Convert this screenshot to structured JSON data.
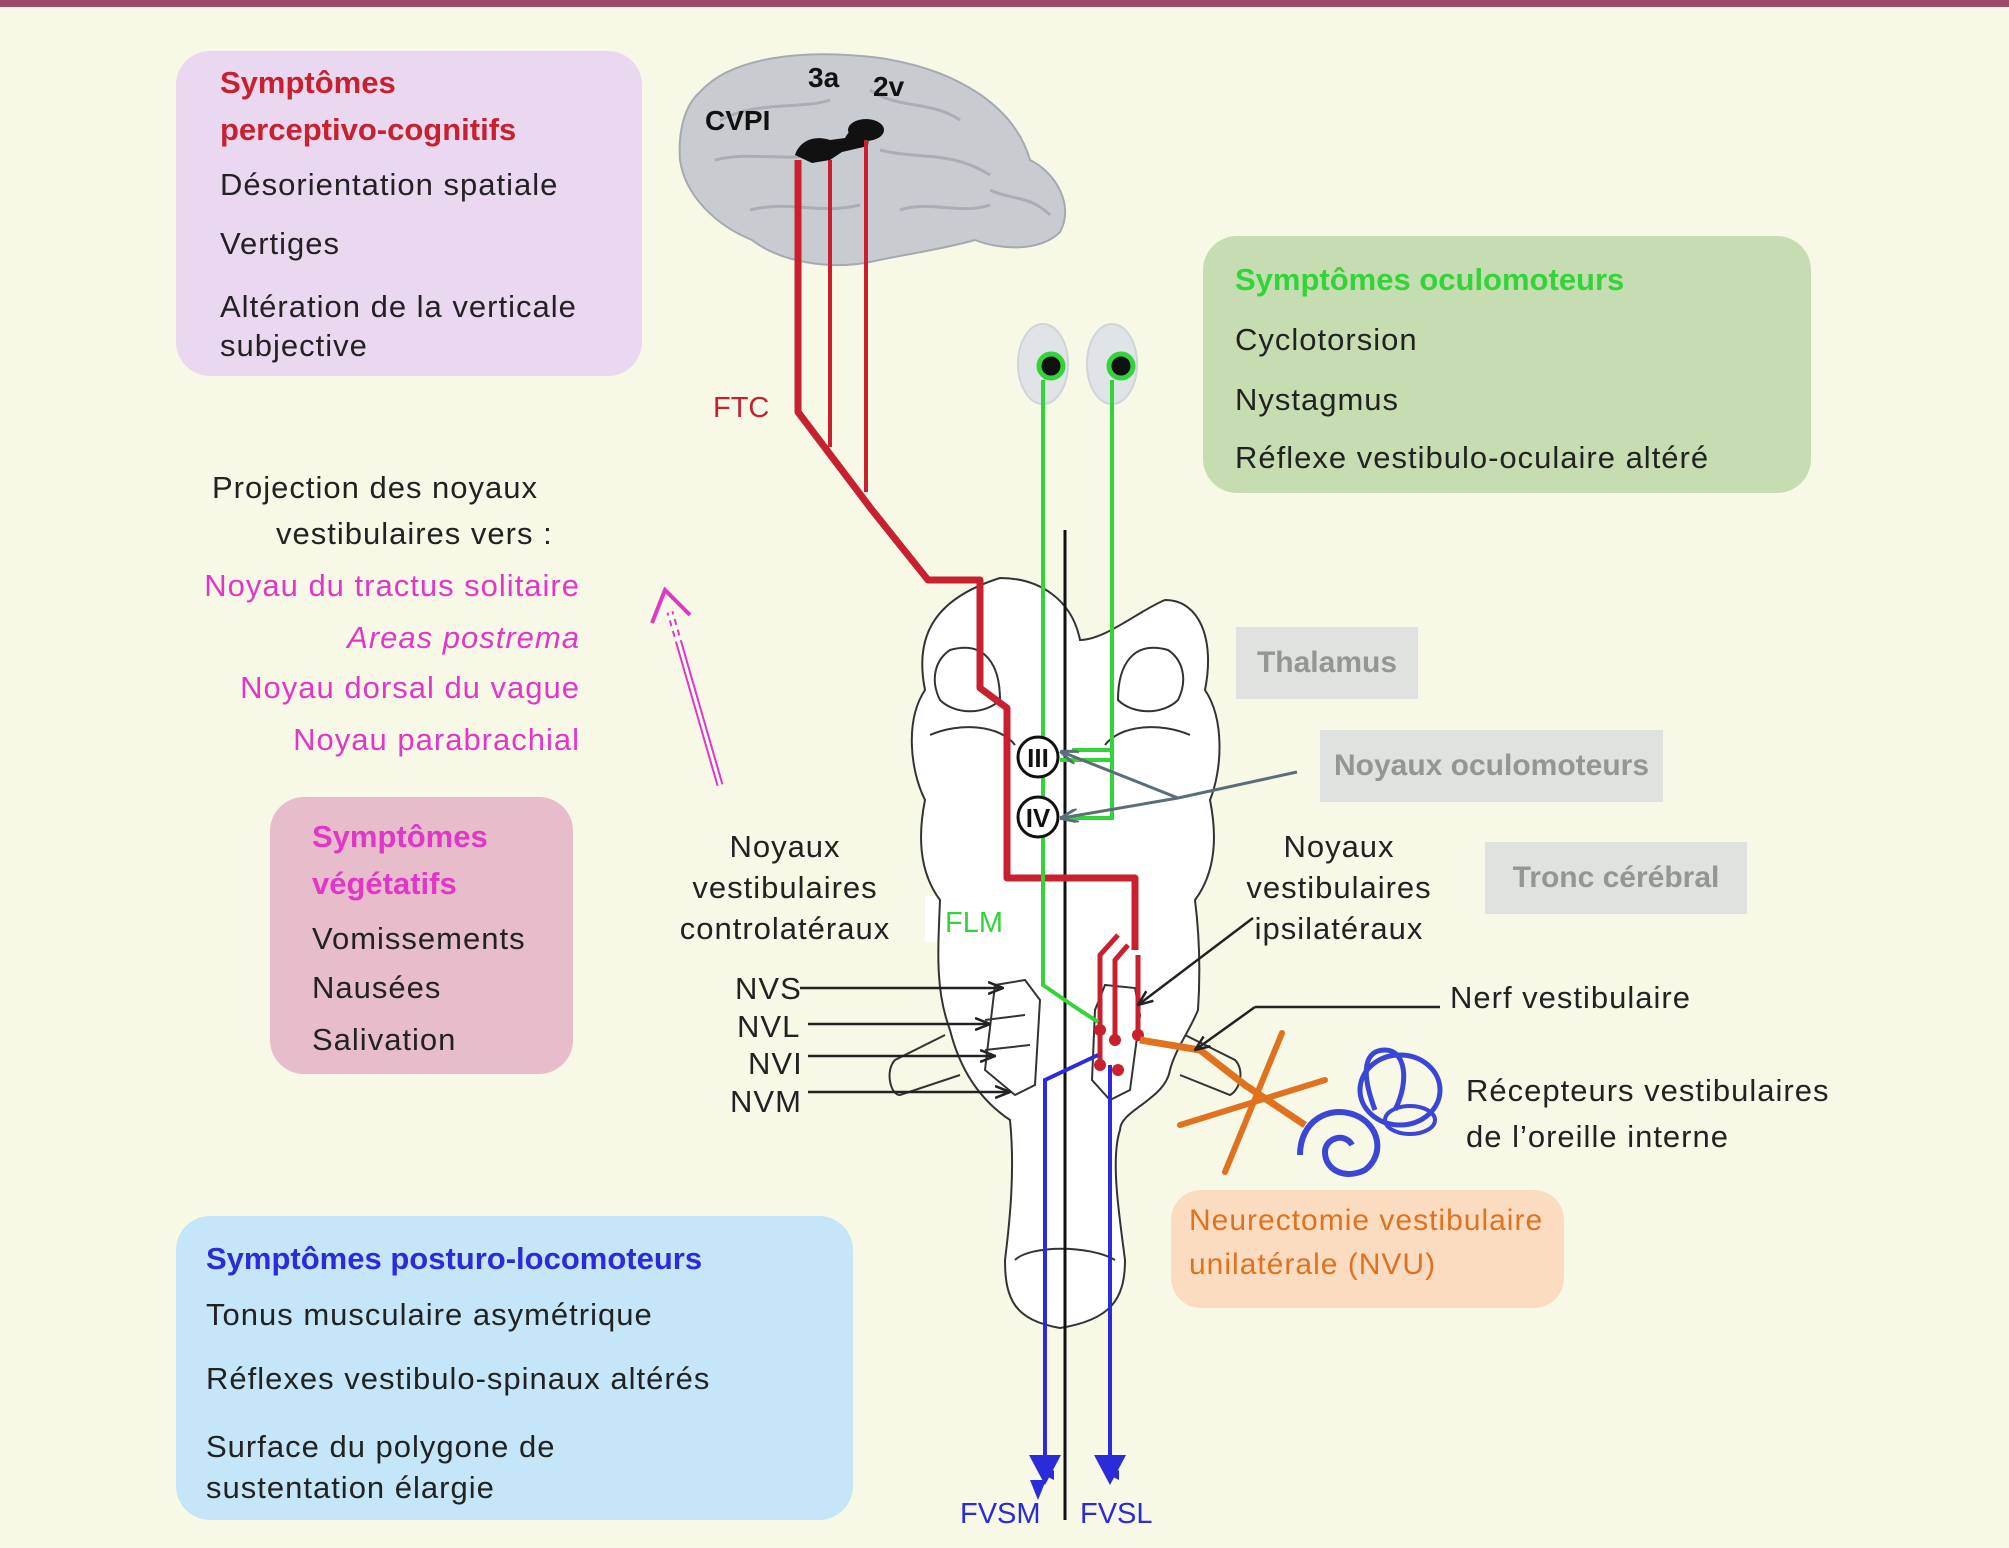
{
  "colors": {
    "background": "#f7f8e6",
    "top_rule": "#9b4a67",
    "cortical_pathway": "#c8202e",
    "oculomotor_pathway": "#33d43a",
    "vegetative": "#e236c8",
    "spinal_pathway": "#2b2bd9",
    "nerve": "#e0721f",
    "inner_ear": "#3b46d6"
  },
  "perceptive_box": {
    "title": "Symptômes perceptivo-cognitifs",
    "items": [
      "Désorientation spatiale",
      "Vertiges",
      "Altération de la verticale subjective"
    ]
  },
  "oculomotor_box": {
    "title": "Symptômes oculomoteurs",
    "items": [
      "Cyclotorsion",
      "Nystagmus",
      "Réflexe vestibulo-oculaire altéré"
    ]
  },
  "vegetative_box": {
    "title": "Symptômes végétatifs",
    "items": [
      "Vomissements",
      "Nausées",
      "Salivation"
    ]
  },
  "postural_box": {
    "title": "Symptômes posturo-locomoteurs",
    "items": [
      "Tonus musculaire asymétrique",
      "Réflexes vestibulo-spinaux altérés",
      "Surface du polygone de sustentation élargie"
    ]
  },
  "projection": {
    "line1": "Projection des noyaux",
    "line2": "vestibulaires vers :",
    "targets": [
      "Noyau du tractus solitaire",
      "Areas postrema",
      "Noyau dorsal du vague",
      "Noyau parabrachial"
    ]
  },
  "cortex_labels": {
    "cvpi": "CVPI",
    "area_3a": "3a",
    "area_2v": "2v"
  },
  "pathway_labels": {
    "ftc": "FTC",
    "flm": "FLM",
    "fvsm": "FVSM",
    "fvsl": "FVSL"
  },
  "oculomotor_nuclei": {
    "iii": "III",
    "iv": "IV"
  },
  "structure_tags": {
    "thalamus": "Thalamus",
    "oculomotor_nuclei": "Noyaux oculomoteurs",
    "brainstem": "Tronc cérébral"
  },
  "contralateral_nuclei": {
    "line1": "Noyaux",
    "line2": "vestibulaires",
    "line3": "controlatéraux"
  },
  "ipsilateral_nuclei": {
    "line1": "Noyaux",
    "line2": "vestibulaires",
    "line3": "ipsilatéraux"
  },
  "nucleus_labels": [
    "NVS",
    "NVL",
    "NVI",
    "NVM"
  ],
  "nerve_label": "Nerf vestibulaire",
  "receptors": {
    "line1": "Récepteurs vestibulaires",
    "line2": "de l’oreille interne"
  },
  "neurectomy": {
    "line1": "Neurectomie vestibulaire",
    "line2": "unilatérale (NVU)"
  }
}
